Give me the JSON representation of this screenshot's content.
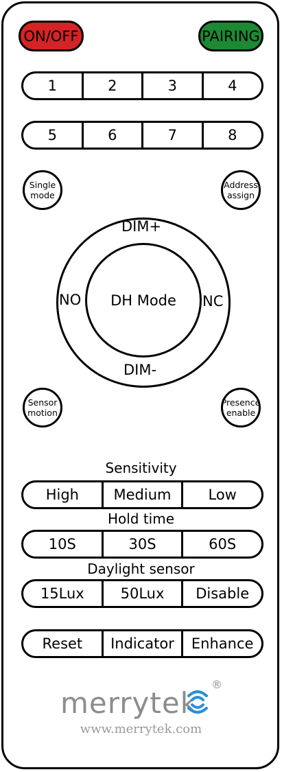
{
  "top": {
    "onoff": "ON/OFF",
    "pairing": "PAIRING",
    "onoff_color": "#d42426",
    "pairing_color": "#1c8a33"
  },
  "channels_row1": [
    "1",
    "2",
    "3",
    "4"
  ],
  "channels_row2": [
    "5",
    "6",
    "7",
    "8"
  ],
  "single_mode": {
    "line1": "Single",
    "line2": "mode"
  },
  "address_assign": {
    "line1": "Address",
    "line2": "assign"
  },
  "dial": {
    "up": "DIM+",
    "down": "DIM-",
    "left": "NO",
    "right": "NC",
    "center": "DH Mode"
  },
  "sensor_motion": {
    "line1": "Sensor",
    "line2": "motion"
  },
  "presence_enable": {
    "line1": "Presence",
    "line2": "enable"
  },
  "sensitivity": {
    "title": "Sensitivity",
    "options": [
      "High",
      "Medium",
      "Low"
    ]
  },
  "hold_time": {
    "title": "Hold time",
    "options": [
      "10S",
      "30S",
      "60S"
    ]
  },
  "daylight": {
    "title": "Daylight sensor",
    "options": [
      "15Lux",
      "50Lux",
      "Disable"
    ]
  },
  "bottom_row": [
    "Reset",
    "Indicator",
    "Enhance"
  ],
  "brand": {
    "name": "merrytek",
    "registered": "®",
    "url": "www.merrytek.com",
    "accent": "#2a8fd6"
  }
}
